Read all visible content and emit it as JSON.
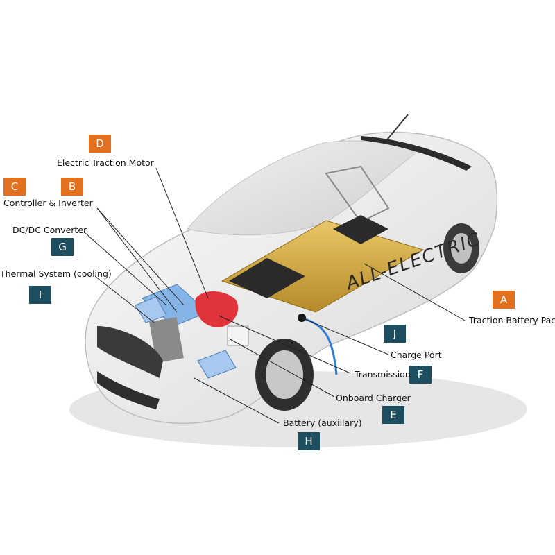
{
  "colors": {
    "orange": "#e2701f",
    "teal": "#1e4f60"
  },
  "car_text": "ALL-ELECTRIC",
  "components": [
    {
      "letter": "A",
      "label": "Traction Battery Pack",
      "badge_color": "orange"
    },
    {
      "letter": "B",
      "label": "Controller & Inverter",
      "badge_color": "orange"
    },
    {
      "letter": "C",
      "label": "Controller & Inverter",
      "badge_color": "orange"
    },
    {
      "letter": "D",
      "label": "Electric Traction Motor",
      "badge_color": "orange"
    },
    {
      "letter": "E",
      "label": "Onboard Charger",
      "badge_color": "teal"
    },
    {
      "letter": "F",
      "label": "Transmission",
      "badge_color": "teal"
    },
    {
      "letter": "G",
      "label": "DC/DC Converter",
      "badge_color": "teal"
    },
    {
      "letter": "H",
      "label": "Battery (auxillary)",
      "badge_color": "teal"
    },
    {
      "letter": "I",
      "label": "Thermal System (cooling)",
      "badge_color": "teal"
    },
    {
      "letter": "J",
      "label": "Charge Port",
      "badge_color": "teal"
    }
  ]
}
